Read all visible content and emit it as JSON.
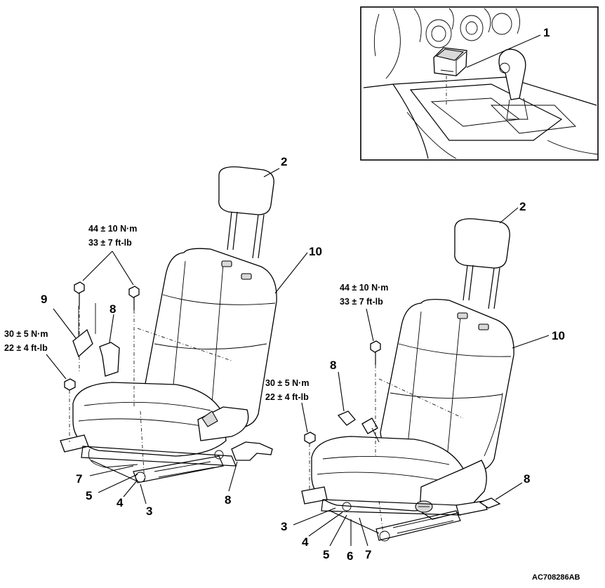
{
  "inset": {
    "callout_1": "1"
  },
  "left_seat": {
    "callouts": {
      "headrest": "2",
      "seatback": "10",
      "bracket": "9",
      "cover_upper": "8",
      "cover_lower": "8",
      "part_7": "7",
      "part_5": "5",
      "part_4": "4",
      "part_3": "3"
    },
    "torque_bolts": {
      "nm": "44 ± 10 N·m",
      "ftlb": "33 ± 7 ft-lb"
    },
    "torque_nut": {
      "nm": "30 ± 5 N·m",
      "ftlb": "22 ± 4 ft-lb"
    }
  },
  "right_seat": {
    "callouts": {
      "headrest": "2",
      "seatback": "10",
      "cover_upper": "8",
      "cover_lower": "8",
      "part_3": "3",
      "part_4": "4",
      "part_5": "5",
      "part_6": "6",
      "part_7": "7"
    },
    "torque_bolt": {
      "nm": "44 ± 10 N·m",
      "ftlb": "33 ± 7 ft-lb"
    },
    "torque_nut": {
      "nm": "30 ± 5 N·m",
      "ftlb": "22 ± 4 ft-lb"
    }
  },
  "figure_code": "AC708286AB"
}
